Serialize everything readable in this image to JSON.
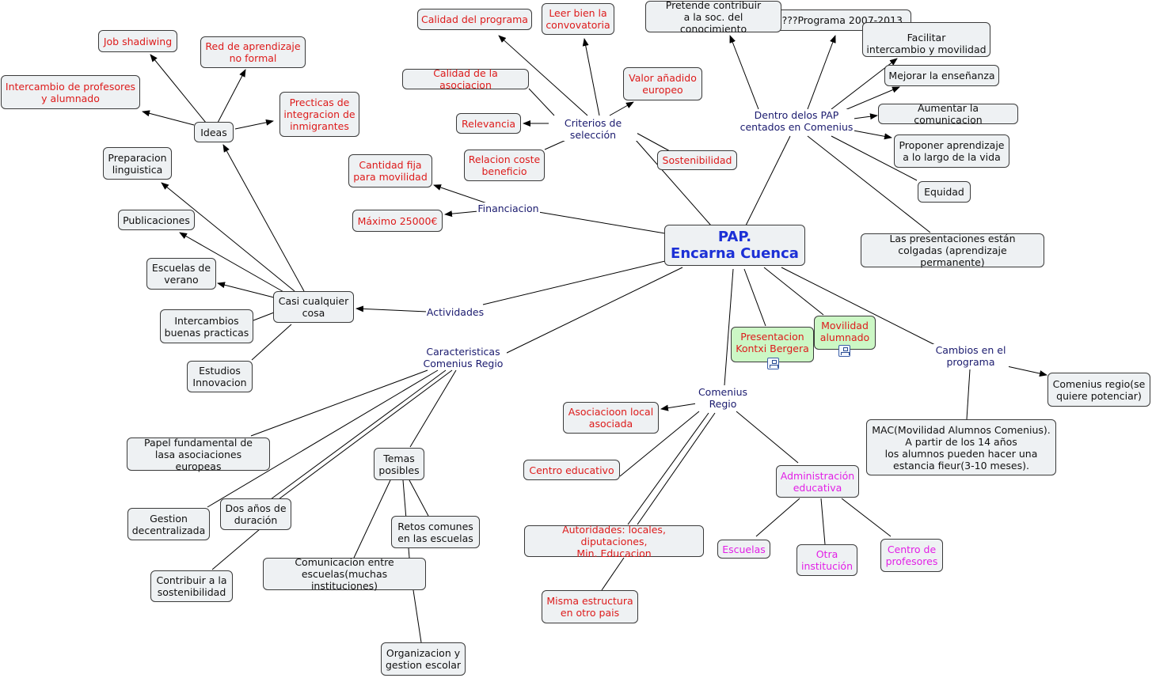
{
  "map": {
    "central": "PAP.\nEncarna Cuenca",
    "phrases": {
      "criterios": "Criterios de selección",
      "dentro": "Dentro delos PAP\ncentados en Comenius",
      "financiacion": "Financiacion",
      "actividades": "Actividades",
      "caracteristicas": "Caracteristicas\nComenius Regio",
      "comenius_regio": "Comenius\nRegio",
      "cambios": "Cambios en el\nprograma"
    },
    "nodes": {
      "job_shadiwing": "Job shadiwing",
      "red_aprendizaje": "Red de aprendizaje\nno formal",
      "intercambio_profesores": "Intercambio de profesores\ny alumnado",
      "ideas": "Ideas",
      "practicas": "Precticas de\nintegracion de\ninmigrantes",
      "preparacion": "Preparacion\nlinguistica",
      "publicaciones": "Publicaciones",
      "escuelas_verano": "Escuelas de\nverano",
      "casi_cualquier": "Casi cualquier\ncosa",
      "intercambios_bp": "Intercambios\nbuenas practicas",
      "estudios": "Estudios\nInnovacion",
      "calidad_programa": "Calidad del programa",
      "leer_bien": "Leer bien la\nconvovatoria",
      "calidad_asociacion": "Calidad de la asociacion",
      "valor_anadido": "Valor añadido\neuropeo",
      "relevancia": "Relevancia",
      "relacion_coste": "Relacion coste\nbeneficio",
      "sostenibilidad": "Sostenibilidad",
      "cantidad_fija": "Cantidad fija\npara movilidad",
      "maximo": "Máximo 25000€",
      "pretende": "Pretende contribuir\na la soc. del conocimiento",
      "programa": "????Programa 2007-2013",
      "facilitar": "Facilitar\nintercambio y movilidad",
      "mejorar": "Mejorar la enseñanza",
      "aumentar": "Aumentar la comunicacion",
      "proponer": "Proponer aprendizaje\na lo largo de la vida",
      "equidad": "Equidad",
      "presentaciones": "Las presentaciones están\ncolgadas (aprendizaje permanente)",
      "presentacion_kontxi": "Presentacion\nKontxi Bergera",
      "movilidad_alumnado": "Movilidad\nalumnado",
      "comenius_potenciar": "Comenius regio(se\nquiere potenciar)",
      "mac": "MAC(Movilidad Alumnos Comenius).\nA partir de los 14 años\nlos alumnos pueden hacer una\nestancia fieur(3-10 meses).",
      "asociacion_local": "Asociacioon local\nasociada",
      "centro_educativo": "Centro educativo",
      "autoridades": "Autoridades: locales, diputaciones,\nMin. Educacion",
      "misma_estructura": "Misma estructura\nen otro pais",
      "administracion": "Administración\neducativa",
      "escuelas": "Escuelas",
      "otra_institucion": "Otra\ninstitución",
      "centro_profesores": "Centro de\nprofesores",
      "papel": "Papel fundamental de\nlasa asociaciones europeas",
      "temas": "Temas\nposibles",
      "gestion": "Gestion\ndecentralizada",
      "dos_anos": "Dos años de\nduración",
      "retos": "Retos comunes\nen las escuelas",
      "contribuir": "Contribuir a la\nsostenibilidad",
      "comunicacion": "Comunicacion entre\nescuelas(muchas instituciones)",
      "organizacion": "Organizacion y\ngestion escolar"
    },
    "icons": [
      "concept-map-resource-icon",
      "concept-map-resource-icon"
    ],
    "colors": {
      "red_text": "#dd1b1b",
      "pink_text": "#e21ee6",
      "central_text": "#1c30d6",
      "linking_text": "#1a1a6e",
      "node_fill": "#eef1f3",
      "green_fill": "#ccf7c5"
    }
  }
}
